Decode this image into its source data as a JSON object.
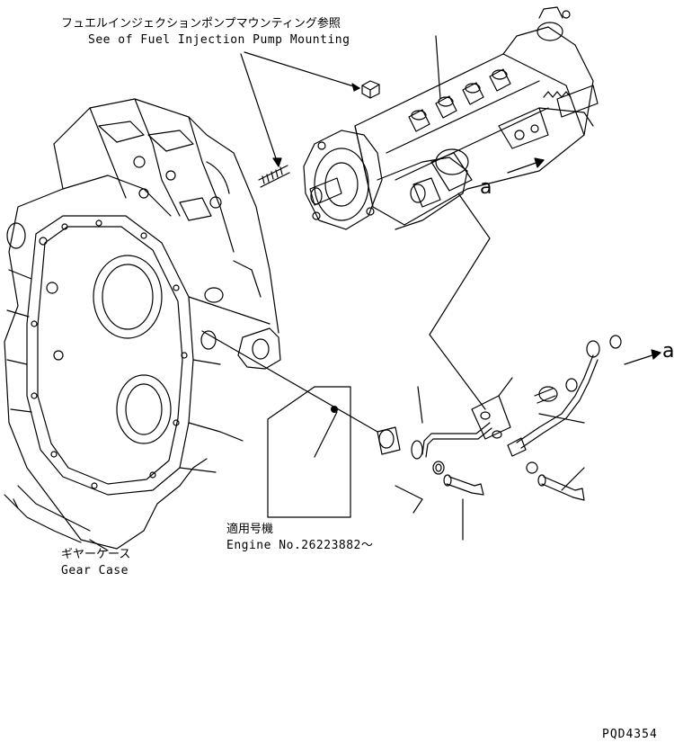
{
  "labels": {
    "pump_ref_jp": "フュエルインジェクションポンプマウンティング参照",
    "pump_ref_en": "See of Fuel Injection Pump Mounting",
    "marker_a_1": "a",
    "marker_a_2": "a",
    "applicable_jp": "適用号機",
    "engine_no": "Engine No.26223882～",
    "gear_case_jp": "ギヤーケース",
    "gear_case_en": "Gear Case",
    "drawing_code": "PQD4354"
  }
}
